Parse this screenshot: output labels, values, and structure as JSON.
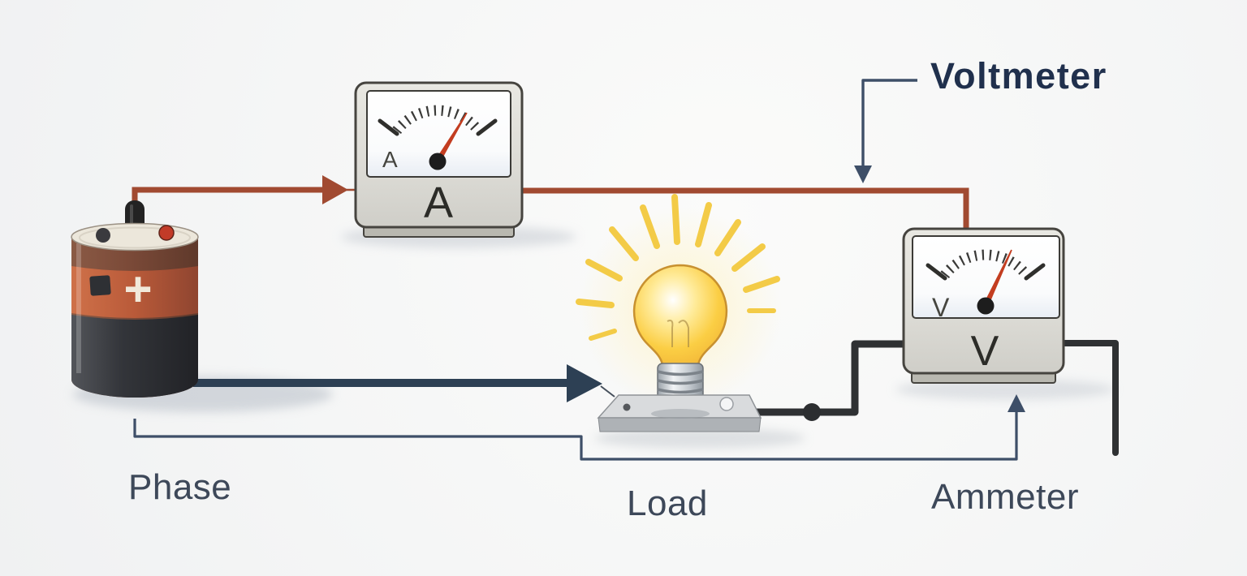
{
  "figure": {
    "labels": {
      "voltmeter": "Voltmeter",
      "phase": "Phase",
      "load": "Load",
      "ammeter": "Ammeter"
    },
    "ammeter_meter": {
      "dial_letter": "A",
      "panel_letter": "A"
    },
    "voltmeter_meter": {
      "dial_letter": "V",
      "panel_letter": "V"
    },
    "battery": {
      "positive_symbol": "+"
    },
    "colors": {
      "hot_wire": "#a14a31",
      "neutral_wire": "#2d4054",
      "black_wire": "#2f3133",
      "leader_line": "#3e4f68",
      "needle": "#c33d20",
      "label_text": "#3d4859",
      "voltmeter_label_text": "#20304d",
      "bulb_yellow": "#f9cb3c",
      "battery_band": "#b95a39"
    }
  }
}
